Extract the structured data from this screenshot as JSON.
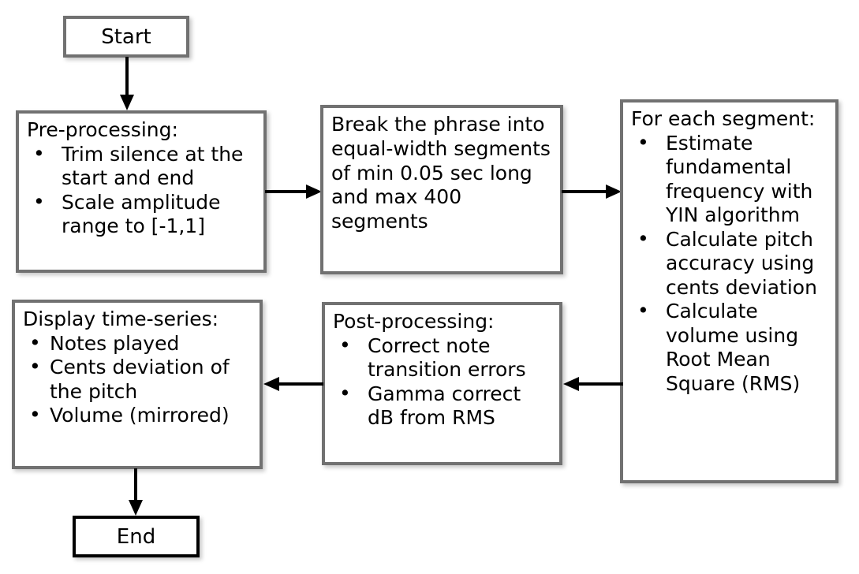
{
  "diagram": {
    "title": "Audio pitch analysis pipeline flowchart",
    "colors": {
      "node_border_gray": "#717171",
      "node_border_black": "#000000",
      "node_fill": "#ffffff",
      "text": "#000000",
      "connector": "#000000"
    }
  },
  "nodes": {
    "start": {
      "label": "Start"
    },
    "preprocessing": {
      "heading": "Pre-processing:",
      "bullets": [
        "Trim silence at the start and end",
        "Scale amplitude range to [-1,1]"
      ]
    },
    "segmentation": {
      "text": "Break the phrase into equal-width segments of min 0.05 sec long and max 400 segments"
    },
    "per_segment": {
      "heading": "For each segment:",
      "bullets": [
        "Estimate fundamental frequency with YIN algorithm",
        "Calculate pitch accuracy using cents deviation",
        "Calculate volume using Root Mean Square (RMS)"
      ]
    },
    "postprocessing": {
      "heading": "Post-processing:",
      "bullets": [
        "Correct note transition errors",
        "Gamma correct dB from RMS"
      ]
    },
    "display": {
      "heading": "Display time-series:",
      "bullets": [
        "Notes played",
        "Cents deviation of the pitch",
        "Volume (mirrored)"
      ]
    },
    "end": {
      "label": "End"
    }
  },
  "connectors": [
    {
      "name": "start-to-preprocessing",
      "direction": "down"
    },
    {
      "name": "preprocessing-to-segmentation",
      "direction": "right"
    },
    {
      "name": "segmentation-to-per-segment",
      "direction": "right"
    },
    {
      "name": "per-segment-to-postprocessing",
      "direction": "left"
    },
    {
      "name": "postprocessing-to-display",
      "direction": "left"
    },
    {
      "name": "display-to-end",
      "direction": "down"
    }
  ]
}
